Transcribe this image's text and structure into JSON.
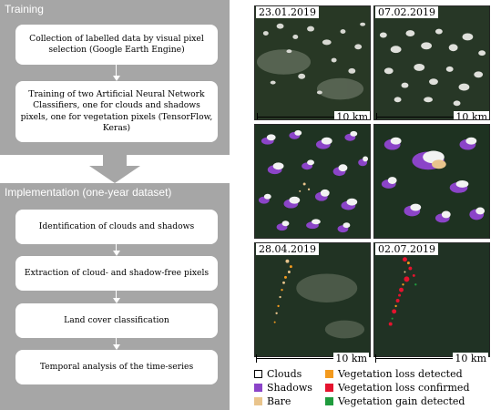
{
  "training": {
    "title": "Training",
    "steps": [
      "Collection of labelled data by visual pixel selection (Google Earth Engine)",
      "Training of two Artificial Neural Network Classifiers, one for clouds and shadows pixels, one for vegetation pixels (TensorFlow, Keras)"
    ]
  },
  "implementation": {
    "title": "Implementation (one-year dataset)",
    "steps": [
      "Identification of clouds and shadows",
      "Extraction of cloud- and shadow-free pixels",
      "Land cover classification",
      "Temporal analysis of the time-series"
    ]
  },
  "images": {
    "dates": [
      "23.01.2019",
      "07.02.2019",
      "28.04.2019",
      "02.07.2019"
    ],
    "scale_label": "10 km"
  },
  "legend": {
    "items": [
      {
        "label": "Clouds",
        "color": "#ffffff"
      },
      {
        "label": "Shadows",
        "color": "#8b44c8"
      },
      {
        "label": "Bare",
        "color": "#e9c48c"
      },
      {
        "label": "Vegetation loss detected",
        "color": "#f39a1e"
      },
      {
        "label": "Vegetation loss confirmed",
        "color": "#e5132e"
      },
      {
        "label": "Vegetation gain detected",
        "color": "#1f9b3d"
      }
    ]
  }
}
